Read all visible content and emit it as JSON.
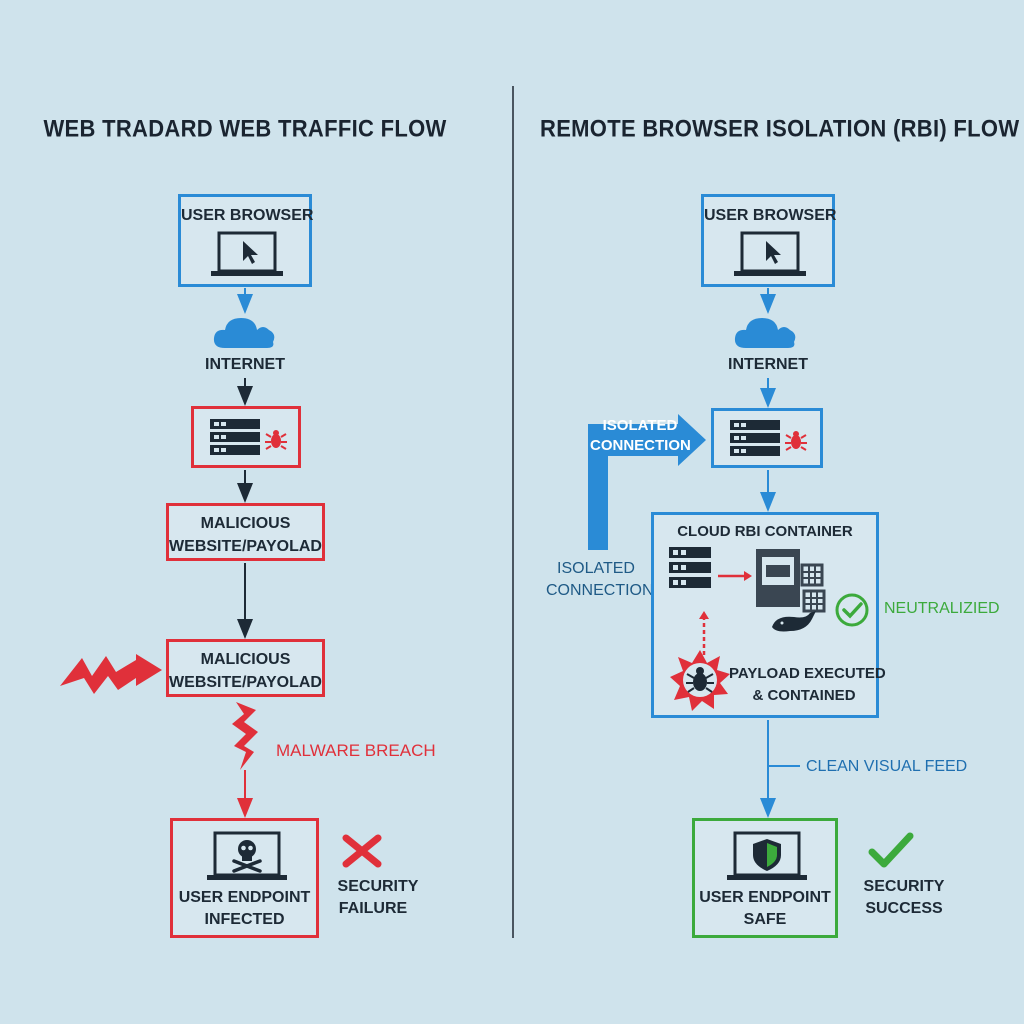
{
  "left_panel": {
    "title": "WEB TRADARD WEB TRAFFIC FLOW",
    "user_browser": "USER BROWSER",
    "internet": "INTERNET",
    "malicious_box_1": [
      "MALICIOUS",
      "WEBSITE/PAYOLAD"
    ],
    "malicious_box_2": [
      "MALICIOUS",
      "WEBSITE/PAYOLAD"
    ],
    "breach_label": "MALWARE BREACH",
    "endpoint": [
      "USER ENDPOINT",
      "INFECTED"
    ],
    "result": [
      "SECURITY",
      "FAILURE"
    ]
  },
  "right_panel": {
    "title": "REMOTE BROWSER ISOLATION (RBI) FLOW",
    "user_browser": "USER BROWSER",
    "internet": "INTERNET",
    "isolated_arrow_label": [
      "ISOLATED",
      "CONNECTION"
    ],
    "isolated_side_label": [
      "ISOLATED",
      "CONNECTION"
    ],
    "container_title": "CLOUD RBI CONTAINER",
    "neutralized": "NEUTRALIZIED",
    "payload": [
      "PAYLOAD EXECUTED",
      "& CONTAINED"
    ],
    "feed_label": "CLEAN VISUAL FEED",
    "endpoint": [
      "USER ENDPOINT",
      "SAFE"
    ],
    "result": [
      "SECURITY",
      "SUCCESS"
    ]
  },
  "colors": {
    "background": "#cfe3ec",
    "blue": "#2a8bd6",
    "red": "#e0303a",
    "green": "#3caa3c",
    "dark": "#1d2a36"
  },
  "icons": [
    "laptop-cursor-icon",
    "cloud-icon",
    "server-icon",
    "bug-icon",
    "skull-icon",
    "x-mark-icon",
    "check-icon",
    "shield-icon",
    "lightning-icon",
    "container-icon",
    "whale-icon"
  ]
}
